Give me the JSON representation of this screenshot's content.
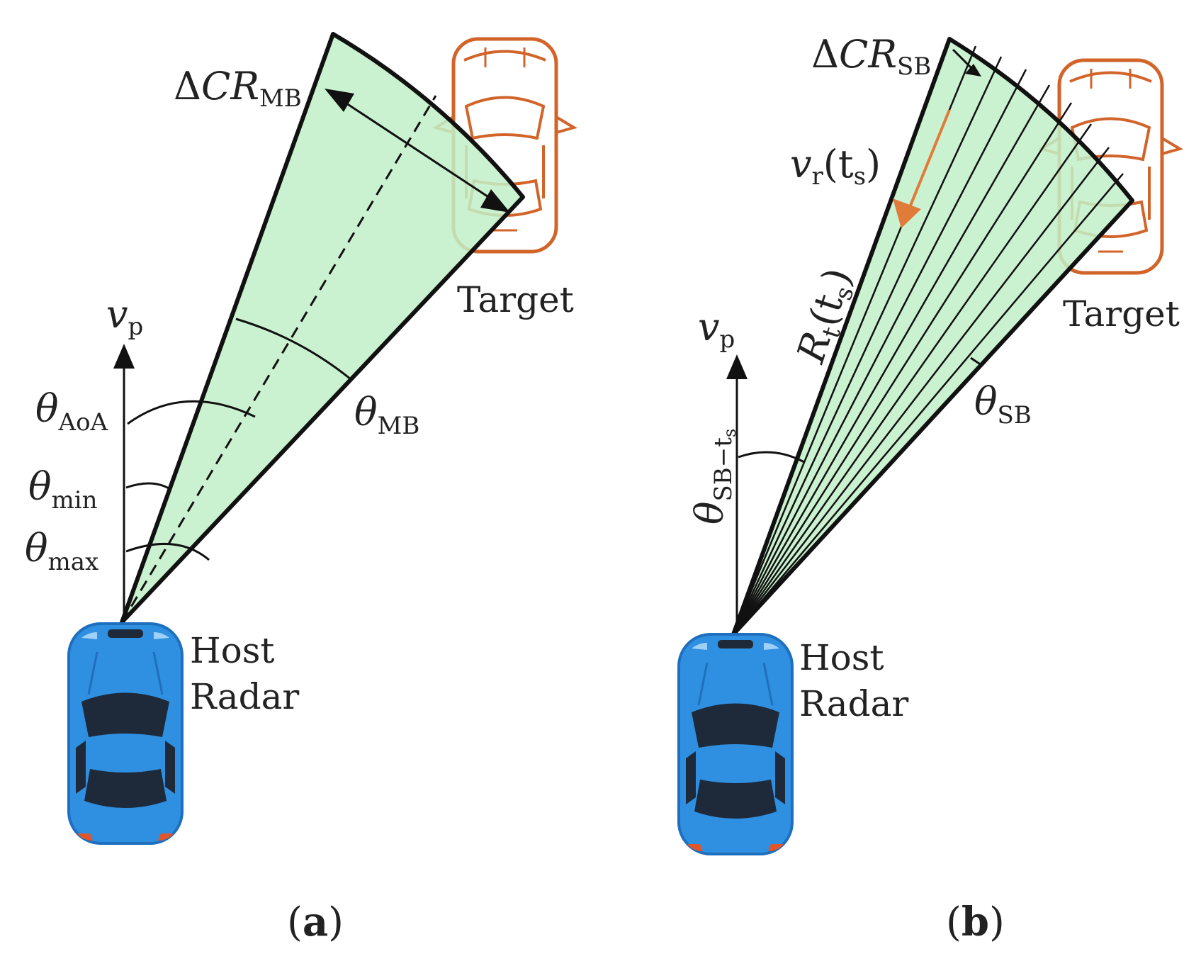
{
  "panel_a": {
    "caption_open": "(",
    "caption_letter": "a",
    "caption_close": ")",
    "host_line1": "Host",
    "host_line2": "Radar",
    "target": "Target",
    "vp_sym": "v",
    "vp_sub": "p",
    "dcr_prefix": "Δ",
    "dcr_sym": "CR",
    "dcr_sub": "MB",
    "theta_aoa_sub": "AoA",
    "theta_min_sub": "min",
    "theta_max_sub": "max",
    "theta_mb_sub": "MB",
    "theta": "θ"
  },
  "panel_b": {
    "caption_open": "(",
    "caption_letter": "b",
    "caption_close": ")",
    "host_line1": "Host",
    "host_line2": "Radar",
    "target": "Target",
    "vp_sym": "v",
    "vp_sub": "p",
    "dcr_prefix": "Δ",
    "dcr_sym": "CR",
    "dcr_sub": "SB",
    "vr_sym": "v",
    "vr_sub": "r",
    "vr_arg": "(t",
    "vr_arg_sub": "s",
    "vr_close": ")",
    "rt_sym": "R",
    "rt_sub": "t",
    "rt_arg": "(t",
    "rt_arg_sub": "s",
    "rt_close": ")",
    "theta_sb_sub": "SB",
    "theta_sbts_sub": "SB−t",
    "theta_sbts_subsub": "s",
    "theta": "θ"
  },
  "colors": {
    "beam_fill": "#c2f0c8",
    "host_car": "#2f8fe0",
    "host_car_dark": "#1e2a3a",
    "target_car": "#d2642a",
    "velocity_arrow": "#e07b3a",
    "line": "#111111"
  },
  "icons": [
    "host-car-icon",
    "target-car-icon"
  ]
}
